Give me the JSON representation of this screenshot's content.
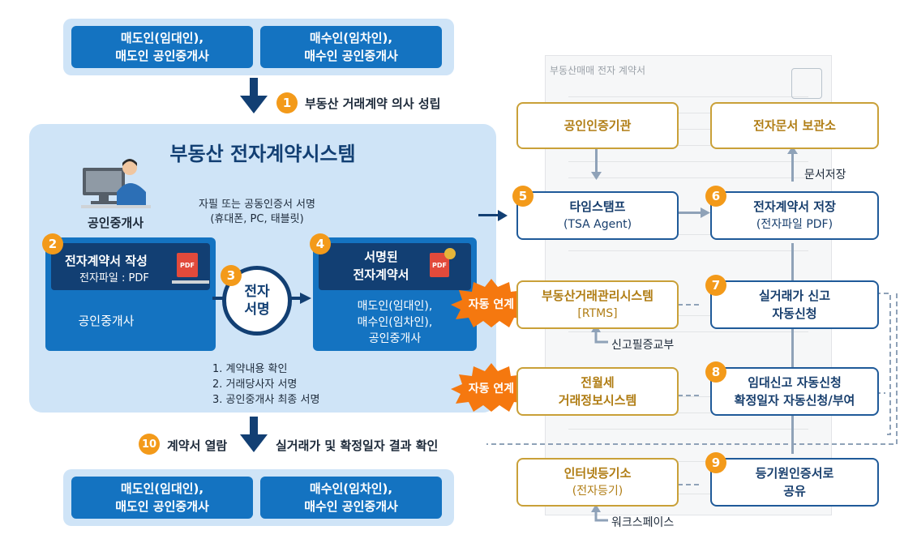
{
  "top": {
    "seller": [
      "매도인(임대인),",
      "매도인 공인중개사"
    ],
    "buyer": [
      "매수인(임차인),",
      "매수인 공인중개사"
    ]
  },
  "step1": {
    "num": "1",
    "label": "부동산 거래계약 의사 성립"
  },
  "system": {
    "title": "부동산 전자계약시스템",
    "agent_label": "공인중개사",
    "sign_note": [
      "자필 또는 공동인증서 서명",
      "(휴대폰, PC, 태블릿)"
    ],
    "step2": {
      "num": "2",
      "title": "전자계약서 작성",
      "sub": "전자파일 : PDF",
      "footer": "공인중개사",
      "pdf": "PDF"
    },
    "step3": {
      "num": "3",
      "label": [
        "전자",
        "서명"
      ]
    },
    "step4": {
      "num": "4",
      "title": [
        "서명된",
        "전자계약서"
      ],
      "parties": [
        "매도인(임대인),",
        "매수인(임차인),",
        "공인중개사"
      ],
      "pdf": "PDF"
    },
    "checklist": [
      "1. 계약내용 확인",
      "2. 거래당사자 서명",
      "3. 공인중개사 최종 서명"
    ]
  },
  "step10": {
    "num": "10",
    "label": "계약서 열람",
    "result": "실거래가 및 확정일자 결과 확인"
  },
  "bottom": {
    "seller": [
      "매도인(임대인),",
      "매도인 공인중개사"
    ],
    "buyer": [
      "매수인(임차인),",
      "매수인 공인중개사"
    ]
  },
  "right": {
    "doc_title": "부동산매매 전자 계약서",
    "cert": "공인인증기관",
    "archive": "전자문서 보관소",
    "archive_note": "문서저장",
    "step5": {
      "num": "5",
      "title": "타임스탬프",
      "sub": "(TSA Agent)"
    },
    "step6": {
      "num": "6",
      "title": "전자계약서 저장",
      "sub": "(전자파일 PDF)"
    },
    "auto1": "자동 연계",
    "rtms": {
      "title": "부동산거래관리시스템",
      "sub": "[RTMS]"
    },
    "step7": {
      "num": "7",
      "title": [
        "실거래가 신고",
        "자동신청"
      ]
    },
    "rtms_note": "신고필증교부",
    "auto2": "자동 연계",
    "rent": {
      "title": [
        "전월세",
        "거래정보시스템"
      ]
    },
    "step8": {
      "num": "8",
      "title": [
        "임대신고 자동신청",
        "확정일자 자동신청/부여"
      ]
    },
    "registry": {
      "title": "인터넷등기소",
      "sub": "(전자등기)"
    },
    "step9": {
      "num": "9",
      "title": [
        "등기원인증서로",
        "공유"
      ]
    },
    "registry_note": "워크스페이스"
  },
  "colors": {
    "blue": "#1473c1",
    "navy": "#173e6d",
    "panel": "#cfe4f7",
    "orange": "#f39a1a",
    "gold": "#c9a038",
    "burst": "#f5780f"
  }
}
